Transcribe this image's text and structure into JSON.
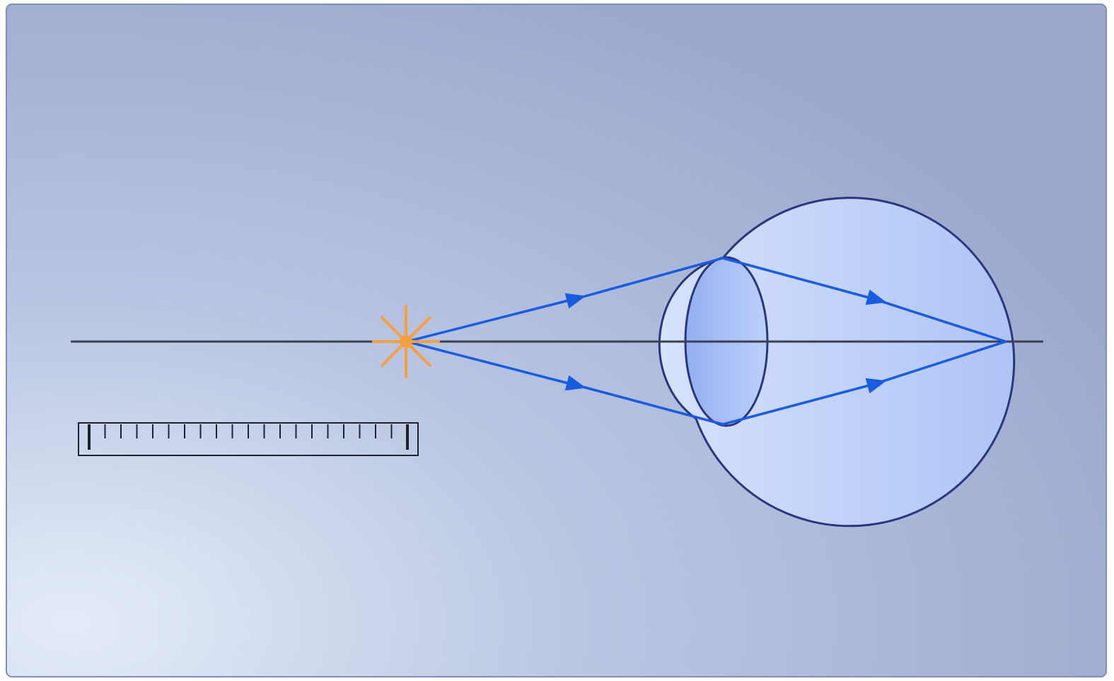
{
  "diagram": {
    "kind": "optics-eye-ray-diagram",
    "colors": {
      "background_light": "#e4ecf9",
      "background_mid": "#b9c6e2",
      "background_dark": "#9ba8cc",
      "panel_border": "#7f8fb8",
      "axis_line": "#3a3f52",
      "ray": "#1a5ce0",
      "eyeball_fill_light": "#d6e2fc",
      "eyeball_fill_dark": "#aec4f6",
      "eyeball_stroke": "#2a3580",
      "lens_fill_light": "#93aff0",
      "lens_fill_dark": "#bcd0fa",
      "light_source": "#f5a040",
      "ruler_stroke": "#1e2230"
    },
    "icons": {
      "light_source": "star-burst-icon",
      "ruler": "ruler-icon",
      "eye": "eyeball"
    },
    "rays": {
      "count": 4,
      "has_arrowheads": true
    },
    "ruler": {
      "tick_count": 21
    }
  }
}
